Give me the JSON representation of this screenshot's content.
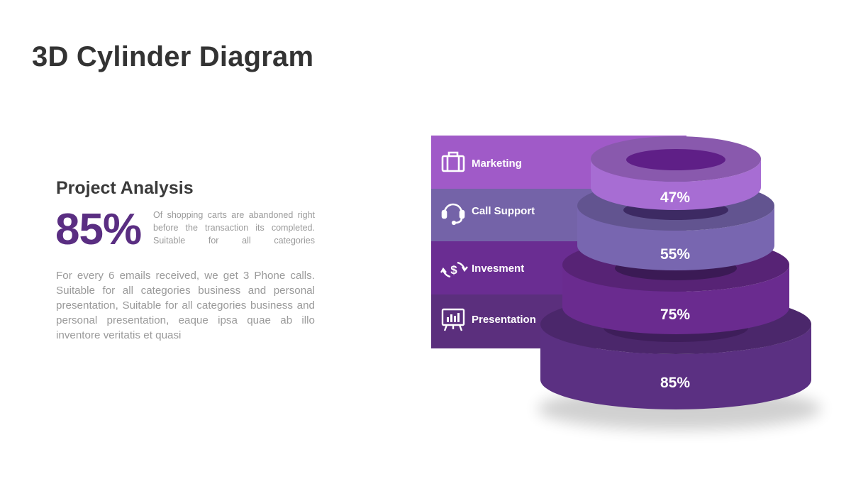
{
  "title": "3D Cylinder Diagram",
  "left_panel": {
    "heading": "Project Analysis",
    "big_percent": "85%",
    "short_description": "Of shopping carts are abandoned right before the transaction its completed. Suitable for all categories",
    "long_description": "For every 6 emails received, we get 3 Phone calls. Suitable for all categories business and personal presentation, Suitable for all categories business and personal presentation, eaque ipsa quae ab illo inventore veritatis et quasi"
  },
  "diagram": {
    "bands": [
      {
        "label": "Marketing",
        "icon": "briefcase-icon",
        "color": "#a05ac8"
      },
      {
        "label": "Call Support",
        "icon": "headset-icon",
        "color": "#7463a8"
      },
      {
        "label": "Invesment",
        "icon": "dollar-exchange-icon",
        "color": "#6a2d92"
      },
      {
        "label": "Presentation",
        "icon": "presentation-board-icon",
        "color": "#5b2f7d"
      }
    ],
    "rings": [
      {
        "value": "47%",
        "color": "#a76dd3"
      },
      {
        "value": "55%",
        "color": "#7866b0"
      },
      {
        "value": "75%",
        "color": "#6a2b8f"
      },
      {
        "value": "85%",
        "color": "#5b3082"
      }
    ]
  }
}
